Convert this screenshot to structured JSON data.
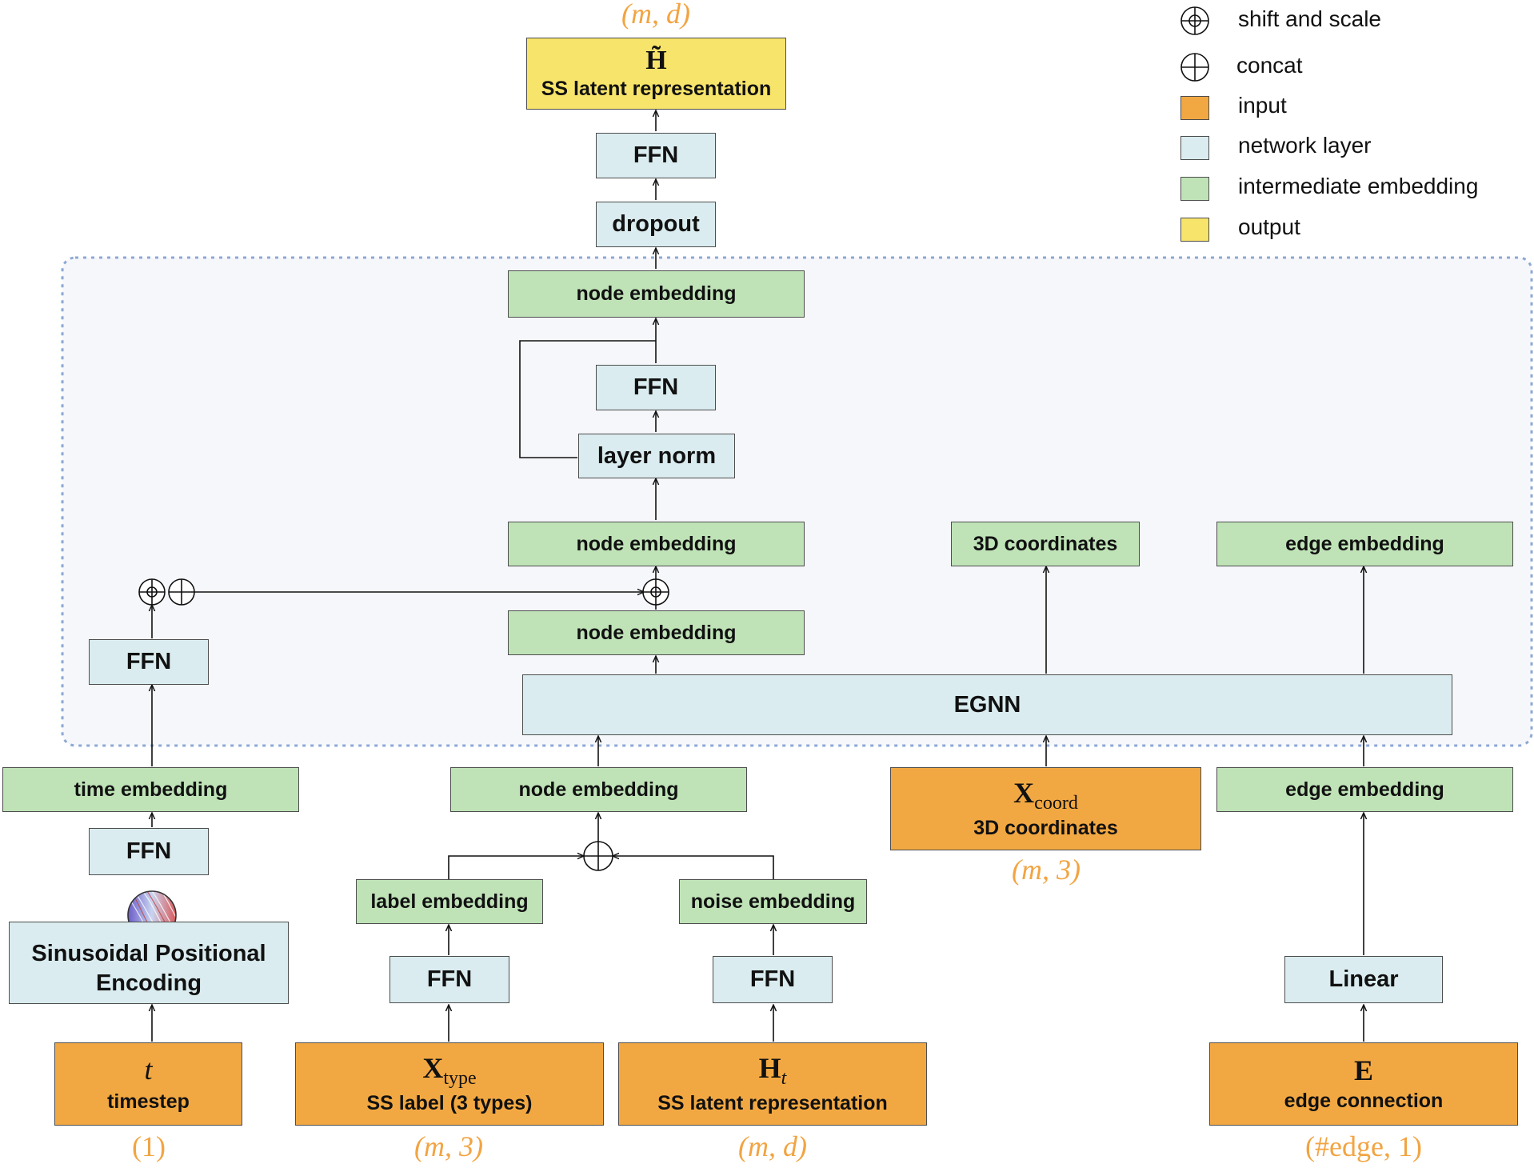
{
  "legend": {
    "shift_scale": "shift and scale",
    "concat": "concat",
    "input": "input",
    "network_layer": "network layer",
    "intermediate_embedding": "intermediate embedding",
    "output": "output"
  },
  "colors": {
    "input": "#f2a842",
    "network_layer": "#daecef",
    "intermediate_embedding": "#bfe3b7",
    "output": "#f7e46a",
    "group_border": "#8ea8d3",
    "shape_text": "#f2a442"
  },
  "output_box": {
    "symbol": "H̃",
    "label": "SS latent representation",
    "shape": "(m, d)"
  },
  "top_ffn": "FFN",
  "dropout": "dropout",
  "node_embedding_top": "node embedding",
  "ffn_mid": "FFN",
  "layer_norm": "layer norm",
  "node_embedding_mid": "node embedding",
  "coords_3d_out": "3D coordinates",
  "edge_embedding_out": "edge embedding",
  "node_embedding_low": "node embedding",
  "ffn_time_upper": "FFN",
  "egnn": "EGNN",
  "time_embedding": "time embedding",
  "node_embedding_input": "node embedding",
  "coord_input": {
    "symbol": "X",
    "subscript": "coord",
    "label": "3D coordinates",
    "shape": "(m, 3)"
  },
  "edge_embedding_input": "edge embedding",
  "ffn_time_lower": "FFN",
  "label_embedding": "label embedding",
  "noise_embedding": "noise embedding",
  "sinusoidal": {
    "line1": "Sinusoidal Positional",
    "line2": "Encoding"
  },
  "ffn_label": "FFN",
  "ffn_noise": "FFN",
  "linear": "Linear",
  "timestep_input": {
    "symbol": "t",
    "label": "timestep",
    "shape": "(1)"
  },
  "type_input": {
    "symbol": "X",
    "subscript": "type",
    "label": "SS label (3 types)",
    "shape": "(m, 3)"
  },
  "latent_input": {
    "symbol": "H",
    "subscript": "t",
    "label": "SS latent representation",
    "shape": "(m, d)"
  },
  "edge_input": {
    "symbol": "E",
    "label": "edge connection",
    "shape": "(#edge, 1)"
  }
}
